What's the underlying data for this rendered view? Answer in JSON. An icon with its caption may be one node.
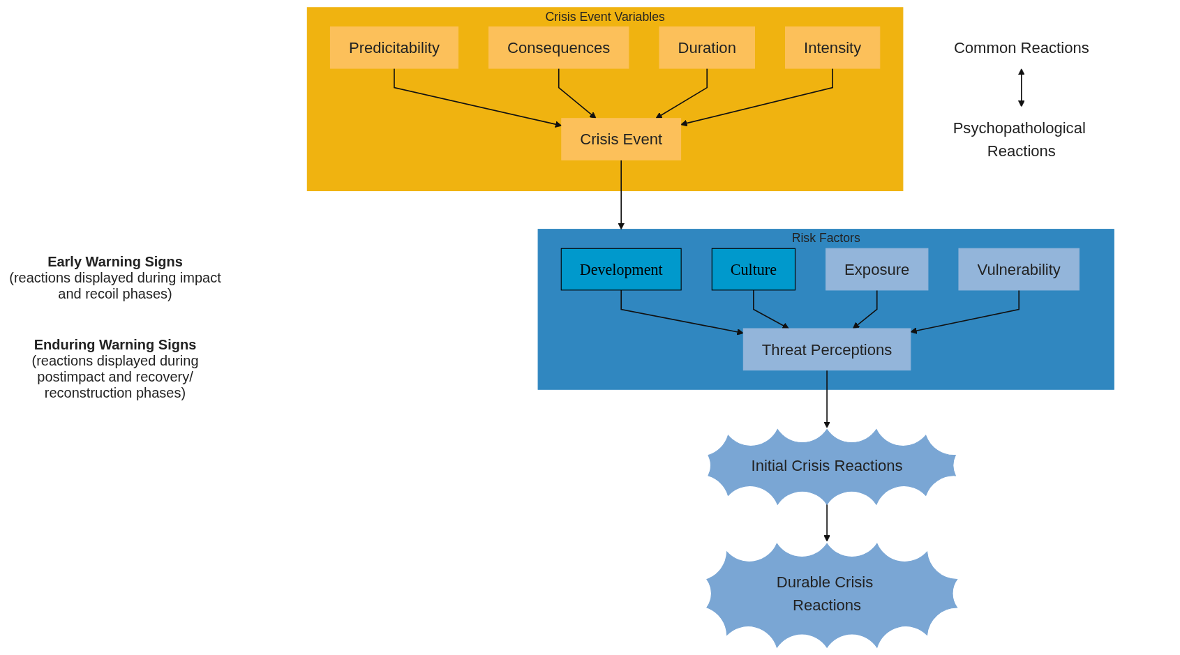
{
  "diagram": {
    "nodes": [
      {
        "text": [
          "Crisis Event Variables"
        ]
      },
      {
        "text": [
          "Predicitability"
        ],
        "in": 0
      },
      {
        "text": [
          "Consequences"
        ],
        "in": 0
      },
      {
        "text": [
          "Crisis Event"
        ],
        "in": 0
      },
      {
        "text": [
          "Duration"
        ],
        "in": 0
      },
      {
        "text": [
          "Intensity"
        ],
        "in": 0
      },
      {
        "text": [
          "Risk Factors"
        ]
      },
      {
        "text": [
          "Development"
        ],
        "in": 6
      },
      {
        "text": [
          "Threat Perceptions"
        ],
        "in": 6
      },
      {
        "text": [
          "Culture"
        ],
        "in": 6
      },
      {
        "text": [
          "Exposure"
        ],
        "in": 6
      },
      {
        "text": [
          "Vulnerability"
        ],
        "in": 6
      },
      {
        "text": [
          "Initial Crisis Reactions"
        ],
        "beside": [
          "Early Warning Signs",
          "(reactions displayed during impact and recoil phases)"
        ]
      },
      {
        "text": [
          "Durable Crisis Reactions"
        ],
        "beside": [
          "Enduring Warning Signs",
          "(reactions displayed during postimpact and recovery/ reconstruction phases)"
        ]
      },
      {
        "text": [
          "Common Reactions"
        ]
      },
      {
        "text": [
          "Psychopathological Reactions"
        ]
      }
    ],
    "edges": [
      {
        "from": 1,
        "to": 3,
        "arrow": "to"
      },
      {
        "from": 2,
        "to": 3,
        "arrow": "to"
      },
      {
        "from": 4,
        "to": 3,
        "arrow": "to"
      },
      {
        "from": 5,
        "to": 3,
        "arrow": "to"
      },
      {
        "from": 3,
        "to": 6,
        "arrow": "to"
      },
      {
        "from": 7,
        "to": 8,
        "arrow": "to"
      },
      {
        "from": 9,
        "to": 8,
        "arrow": "to"
      },
      {
        "from": 10,
        "to": 8,
        "arrow": "to"
      },
      {
        "from": 11,
        "to": 8,
        "arrow": "to"
      },
      {
        "from": 8,
        "to": 12,
        "arrow": "to"
      },
      {
        "from": 12,
        "to": 13,
        "arrow": "to"
      },
      {
        "from": 14,
        "to": 15,
        "arrow": "both"
      }
    ]
  }
}
